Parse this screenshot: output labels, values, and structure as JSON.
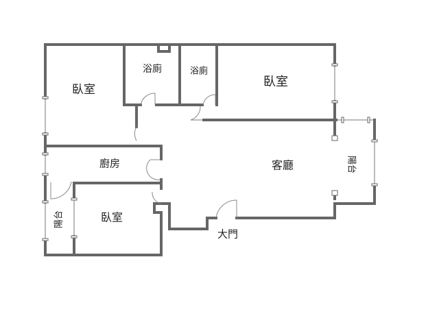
{
  "rooms": {
    "bedroom_nw": "臥室",
    "bath_1": "浴廁",
    "bath_2": "浴廁",
    "bedroom_ne": "臥室",
    "kitchen": "廚房",
    "living_room": "客廳",
    "balcony_east": "陽台",
    "balcony_west": "陽台",
    "bedroom_sw": "臥室",
    "main_door": "大門"
  },
  "colors": {
    "wall": "#666666",
    "text": "#222222"
  }
}
